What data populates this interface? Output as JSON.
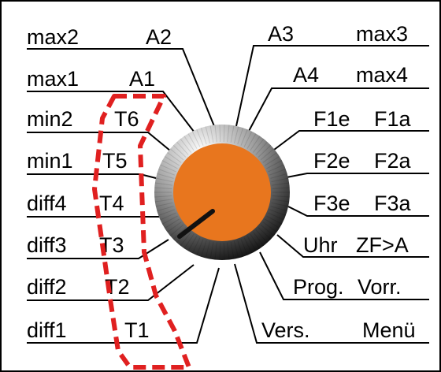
{
  "left_labels": [
    {
      "name": "max2",
      "code": "A2"
    },
    {
      "name": "max1",
      "code": "A1"
    },
    {
      "name": "min2",
      "code": "T6"
    },
    {
      "name": "min1",
      "code": "T5"
    },
    {
      "name": "diff4",
      "code": "T4"
    },
    {
      "name": "diff3",
      "code": "T3"
    },
    {
      "name": "diff2",
      "code": "T2"
    },
    {
      "name": "diff1",
      "code": "T1"
    }
  ],
  "right_labels": [
    {
      "a": "A3",
      "b": "max3"
    },
    {
      "a": "A4",
      "b": "max4"
    },
    {
      "a": "F1e",
      "b": "F1a"
    },
    {
      "a": "F2e",
      "b": "F2a"
    },
    {
      "a": "F3e",
      "b": "F3a"
    },
    {
      "a": "Uhr",
      "b": "ZF>A"
    },
    {
      "a": "Prog.",
      "b": "Vorr."
    },
    {
      "a": "Vers.",
      "b": "Menü"
    }
  ],
  "knob": {
    "color": "#e8761e",
    "pointer_color": "#111111"
  },
  "highlight": {
    "color": "#e02020",
    "style": "dashed"
  }
}
